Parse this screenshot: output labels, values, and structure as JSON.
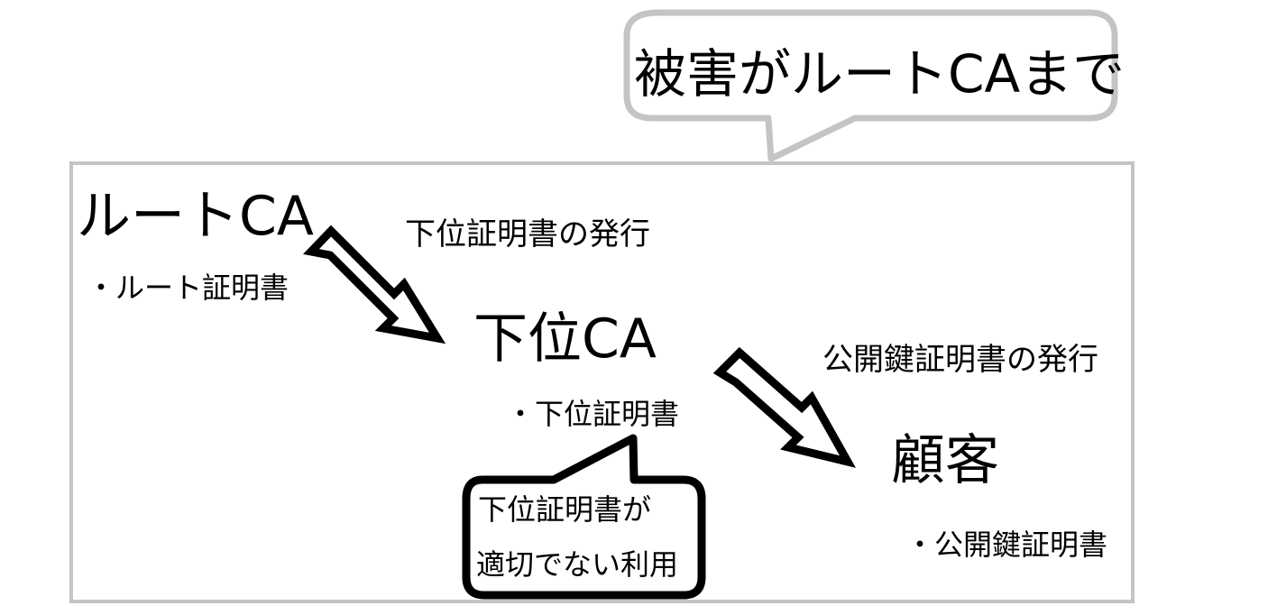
{
  "colors": {
    "frame": "#c4c4c4",
    "ink": "#000000",
    "background": "#ffffff"
  },
  "top_callout": {
    "text": "被害がルートCAまで"
  },
  "root_ca": {
    "title": "ルートCA",
    "item": "・ルート証明書"
  },
  "issue_sub_label": "下位証明書の発行",
  "sub_ca": {
    "title": "下位CA",
    "item": "・下位証明書"
  },
  "issue_public_label": "公開鍵証明書の発行",
  "customer": {
    "title": "顧客",
    "item": "・公開鍵証明書"
  },
  "misuse_callout": {
    "line1": "下位証明書が",
    "line2": "適切でない利用"
  }
}
